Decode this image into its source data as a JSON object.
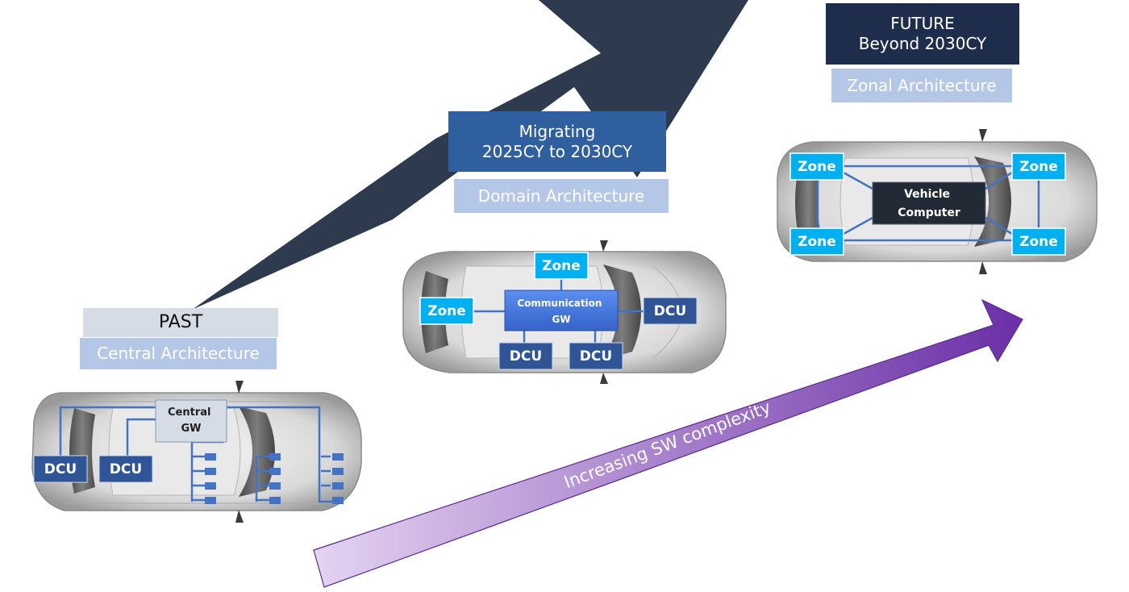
{
  "colors": {
    "dark_arrow": "#2e3a4e",
    "progress_start": "#e4d3f1",
    "progress_end": "#6a2fa6",
    "past_header": "#d6dce5",
    "past_sub": "#b4c7e7",
    "domain_header": "#2f5f9e",
    "domain_sub": "#b4c7e7",
    "future_header": "#1f2d4d",
    "future_sub": "#b4c7e7",
    "dcu": "#2f5597",
    "zone": "#00b0f0",
    "vehicle_computer": "#222a35",
    "wiring": "#4472c4",
    "central_gw": "#d6dce5"
  },
  "past": {
    "header": "PAST",
    "subtitle": "Central Architecture",
    "gateway": "Central\nGW",
    "dcu_1": "DCU",
    "dcu_2": "DCU"
  },
  "migrating": {
    "header": "Migrating\n2025CY to 2030CY",
    "subtitle": "Domain Architecture",
    "gateway": "Communication\nGW",
    "zone_top": "Zone",
    "zone_left": "Zone",
    "dcu_right": "DCU",
    "dcu_bottom_left": "DCU",
    "dcu_bottom_right": "DCU"
  },
  "future": {
    "header": "FUTURE\nBeyond 2030CY",
    "subtitle": "Zonal Architecture",
    "computer": "Vehicle\nComputer",
    "zone_front_left": "Zone",
    "zone_front_right": "Zone",
    "zone_rear_left": "Zone",
    "zone_rear_right": "Zone"
  },
  "progress_arrow": {
    "label": "Increasing SW complexity"
  }
}
